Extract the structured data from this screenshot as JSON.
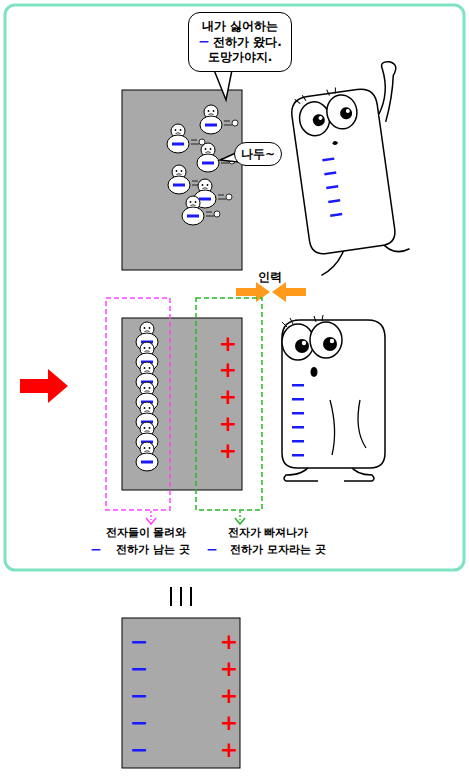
{
  "diagram": {
    "nodes": [
      {
        "text": [
          "내가 싫어하는",
          "−",
          "전하가 왔다.",
          "도망가야지."
        ]
      },
      {
        "text": [
          "나두~"
        ]
      }
    ],
    "labels": [
      "인력",
      "+",
      "+",
      "+",
      "+",
      "+",
      "−",
      "−",
      "−",
      "−",
      "−",
      "+",
      "+",
      "+",
      "+",
      "+",
      "전자들이 몰려와",
      "−",
      "전하가 남는 곳",
      "전자가 빠져나가",
      "−",
      "전하가 모자라는 곳"
    ]
  }
}
